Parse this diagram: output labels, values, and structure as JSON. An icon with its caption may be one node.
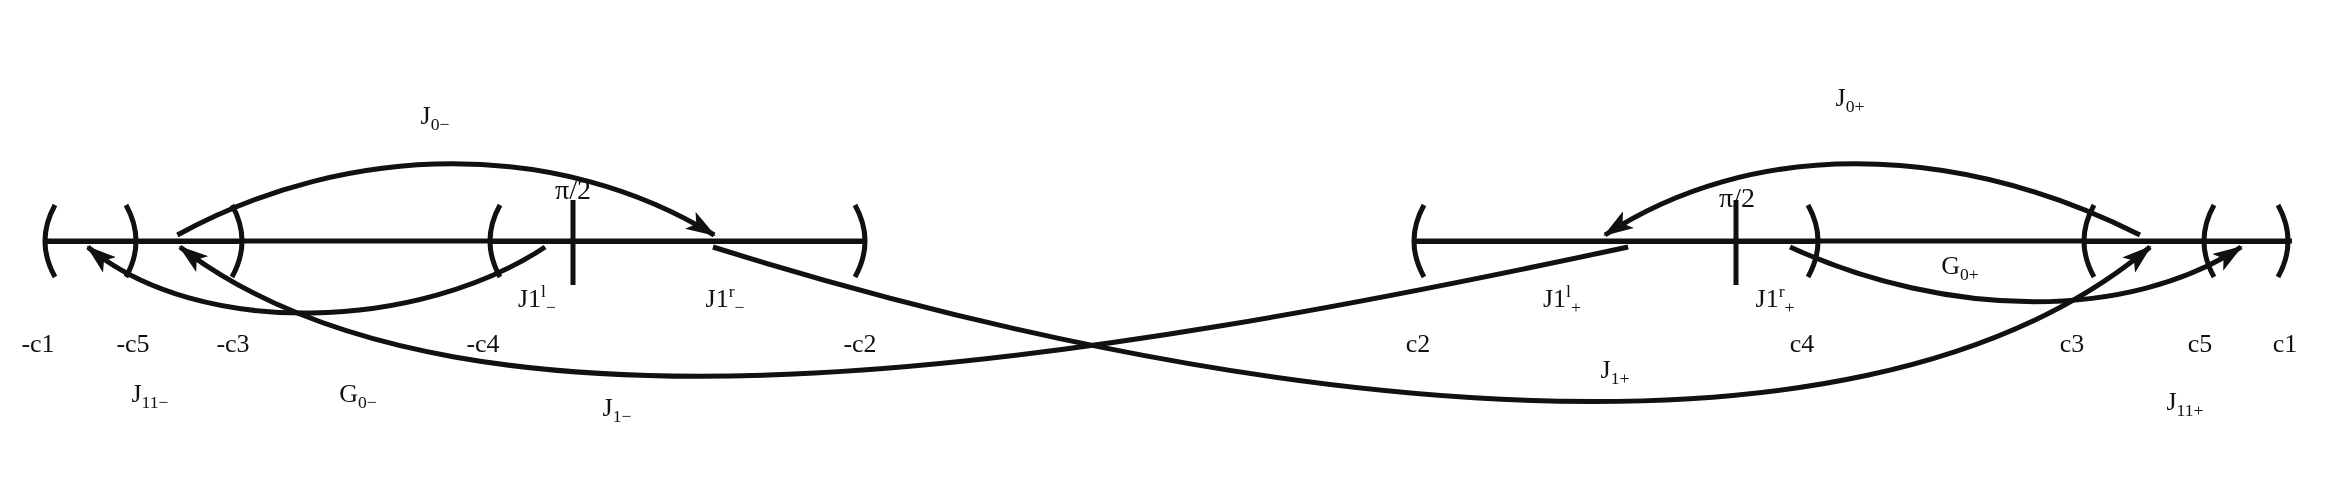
{
  "diagram": {
    "nodes": [
      {
        "text": [],
        "shape": "bar"
      },
      {
        "text": [],
        "shape": "bar"
      },
      {
        "text": [],
        "shape": "bar",
        "beside": [
          "J1$^{l}$$_{−}$"
        ]
      },
      {
        "text": [],
        "shape": "bar",
        "beside": [
          "J1$^{r}$$_{−}$"
        ]
      },
      {
        "text": [],
        "shape": "bar",
        "beside": [
          "J1$^{l}$$_{+}$"
        ]
      },
      {
        "text": [],
        "shape": "bar",
        "beside": [
          "J1$^{r}$$_{+}$"
        ]
      },
      {
        "text": [],
        "shape": "bar"
      },
      {
        "text": [],
        "shape": "bar"
      }
    ],
    "edges": [
      {
        "from": 1,
        "to": 3,
        "arrow": "to",
        "label": "J$_{0−}$"
      },
      {
        "from": 2,
        "to": 0,
        "arrow": "to",
        "label": "G$_{0−}$"
      },
      {
        "from": 4,
        "to": 1,
        "arrow": "to",
        "label": "J$_{1−}$"
      },
      {
        "from": 3,
        "to": 6,
        "arrow": "to",
        "label": "J$_{1+}$"
      },
      {
        "from": 5,
        "to": 7,
        "arrow": "to",
        "label": "G$_{0+}$"
      },
      {
        "from": 6,
        "to": 4,
        "arrow": "to",
        "label": "J$_{0+}$"
      }
    ],
    "labels": [
      "π/2",
      "π/2",
      "-c1",
      "-c5",
      "-c3",
      "-c4",
      "-c2",
      "c2",
      "c4",
      "c3",
      "c5",
      "c1",
      "J$_{11−}$",
      "J$_{11+}$"
    ]
  }
}
